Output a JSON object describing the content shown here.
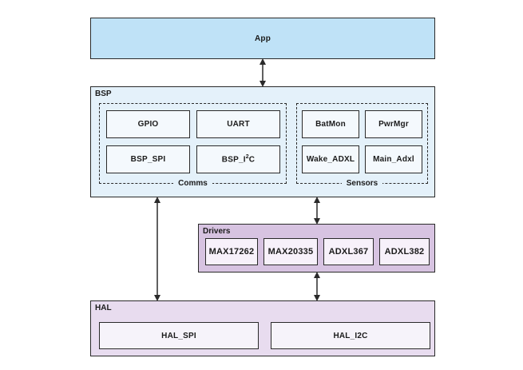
{
  "app": {
    "label": "App"
  },
  "bsp": {
    "title": "BSP",
    "comms": {
      "title": "Comms",
      "items": [
        "GPIO",
        "UART",
        "BSP_SPI",
        "BSP_I",
        "2",
        "C"
      ]
    },
    "sensors": {
      "title": "Sensors",
      "items": [
        "BatMon",
        "PwrMgr",
        "Wake_ADXL",
        "Main_Adxl"
      ]
    }
  },
  "drivers": {
    "title": "Drivers",
    "items": [
      "MAX17262",
      "MAX20335",
      "ADXL367",
      "ADXL382"
    ]
  },
  "hal": {
    "title": "HAL",
    "items": [
      "HAL_SPI",
      "HAL_I2C"
    ]
  },
  "colors": {
    "app_fill": "#bfe2f7",
    "bsp_fill": "#e4f1fa",
    "drivers_fill": "#d7c3e1",
    "hal_fill": "#e8dcef",
    "line": "#2a2a2a"
  }
}
